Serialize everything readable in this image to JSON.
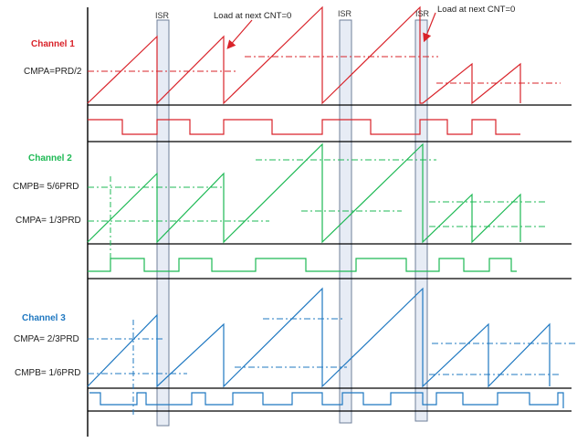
{
  "colors": {
    "channel1": "#d9232a",
    "channel2": "#1db954",
    "channel3": "#1f78c1",
    "axis": "#000000",
    "isr_fill": "#dfe6f2",
    "isr_stroke": "#6f7f99"
  },
  "isr": {
    "label": "ISR"
  },
  "annotations": {
    "load_note": "Load at next CNT=0"
  },
  "channels": [
    {
      "title": "Channel 1",
      "compare_labels": [
        "CMPA=PRD/2"
      ]
    },
    {
      "title": "Channel 2",
      "compare_labels": [
        "CMPB= 5/6PRD",
        "CMPA= 1/3PRD"
      ]
    },
    {
      "title": "Channel 3",
      "compare_labels": [
        "CMPA= 2/3PRD",
        "CMPB= 1/6PRD"
      ]
    }
  ]
}
